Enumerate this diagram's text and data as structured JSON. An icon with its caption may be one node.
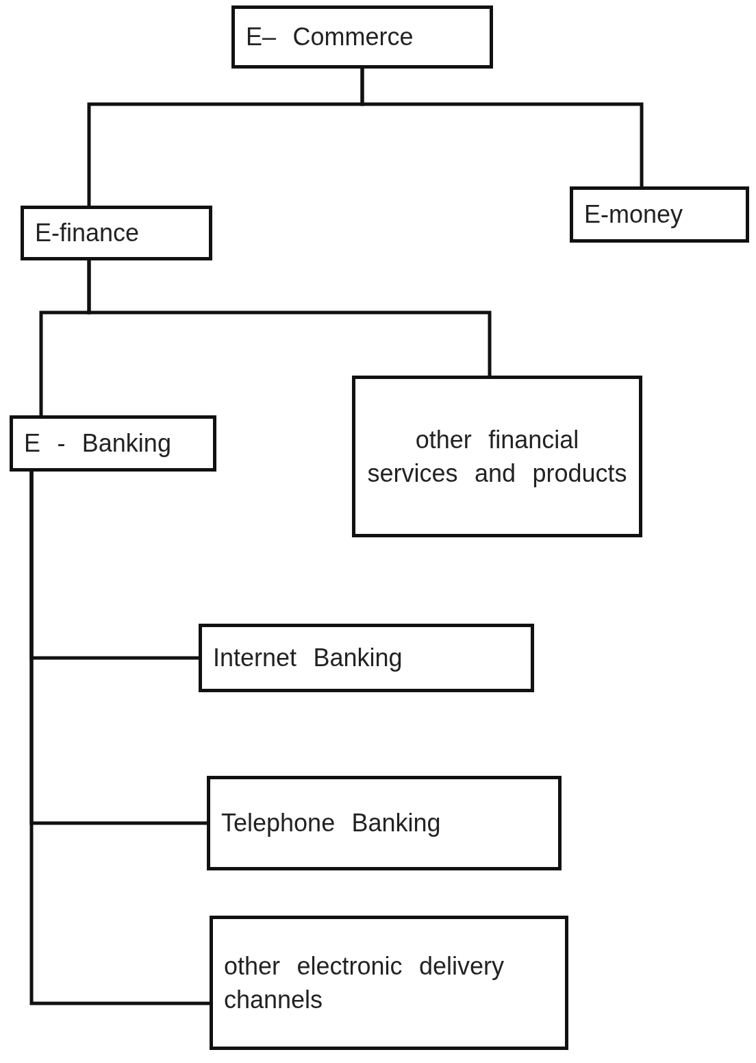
{
  "diagram": {
    "nodes": [
      {
        "text": [
          "E– Commerce"
        ]
      },
      {
        "text": [
          "E-finance"
        ]
      },
      {
        "text": [
          "E-money"
        ]
      },
      {
        "text": [
          "E - Banking"
        ]
      },
      {
        "text": [
          "other financial services and products"
        ]
      },
      {
        "text": [
          "Internet Banking"
        ]
      },
      {
        "text": [
          "Telephone Banking"
        ]
      },
      {
        "text": [
          "other electronic delivery channels"
        ]
      }
    ],
    "edges": [
      {
        "from": 0,
        "to": 1,
        "arrow": "none"
      },
      {
        "from": 0,
        "to": 2,
        "arrow": "none"
      },
      {
        "from": 1,
        "to": 3,
        "arrow": "none"
      },
      {
        "from": 1,
        "to": 4,
        "arrow": "none"
      },
      {
        "from": 3,
        "to": 5,
        "arrow": "none"
      },
      {
        "from": 3,
        "to": 6,
        "arrow": "none"
      },
      {
        "from": 3,
        "to": 7,
        "arrow": "none"
      }
    ]
  }
}
